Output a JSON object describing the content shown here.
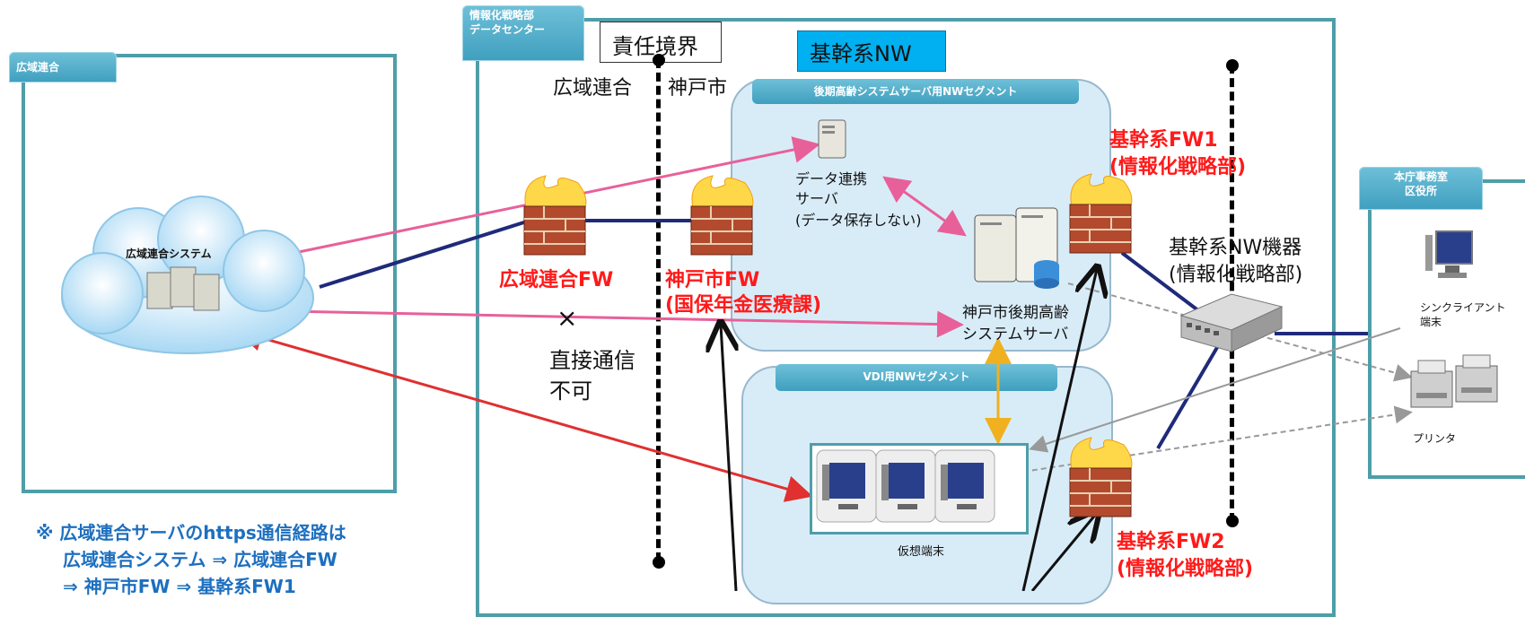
{
  "regions": {
    "kouiki_tab": "広域連合",
    "dc_tab_line1": "情報化戦略部",
    "dc_tab_line2": "データセンター",
    "office_tab_line1": "本庁事務室",
    "office_tab_line2": "区役所"
  },
  "boundary": {
    "title": "責任境界",
    "left": "広域連合",
    "right": "神戸市"
  },
  "core_nw_title": "基幹系NW",
  "segments": {
    "server_segment": "後期高齢システムサーバ用NWセグメント",
    "vdi_segment": "VDI用NWセグメント"
  },
  "nodes": {
    "cloud_system": "広域連合システム",
    "data_server_line1": "データ連携",
    "data_server_line2": "サーバ",
    "data_server_line3": "(データ保存しない)",
    "kobe_server_line1": "神戸市後期高齢",
    "kobe_server_line2": "システムサーバ",
    "core_switch_line1": "基幹系NW機器",
    "core_switch_line2": "(情報化戦略部)",
    "virtual_terminal": "仮想端末",
    "thin_client_line1": "シンクライアント",
    "thin_client_line2": "端末",
    "printer": "プリンタ"
  },
  "firewalls": {
    "kouiki_fw": "広域連合FW",
    "kobe_fw_line1": "神戸市FW",
    "kobe_fw_line2": "(国保年金医療課)",
    "core_fw1_line1": "基幹系FW1",
    "core_fw1_line2": "(情報化戦略部)",
    "core_fw2_line1": "基幹系FW2",
    "core_fw2_line2": "(情報化戦略部)"
  },
  "no_direct": {
    "mark": "×",
    "line1": "直接通信",
    "line2": "不可"
  },
  "note": {
    "line1": "※ 広域連合サーバのhttps通信経路は",
    "line2": "広域連合システム ⇒ 広域連合FW",
    "line3": "⇒ 神戸市FW ⇒ 基幹系FW1"
  },
  "colors": {
    "fw_label": "#ff1a1a",
    "note_text": "#1d6fbf",
    "panel_border": "#4e9ea8",
    "segment_fill": "#d8ecf8",
    "core_nw_box": "#00b0f0",
    "navy_link": "#1f2a7a",
    "pink_link": "#e8609a",
    "red_link": "#e03030",
    "orange_link": "#f0b020"
  }
}
